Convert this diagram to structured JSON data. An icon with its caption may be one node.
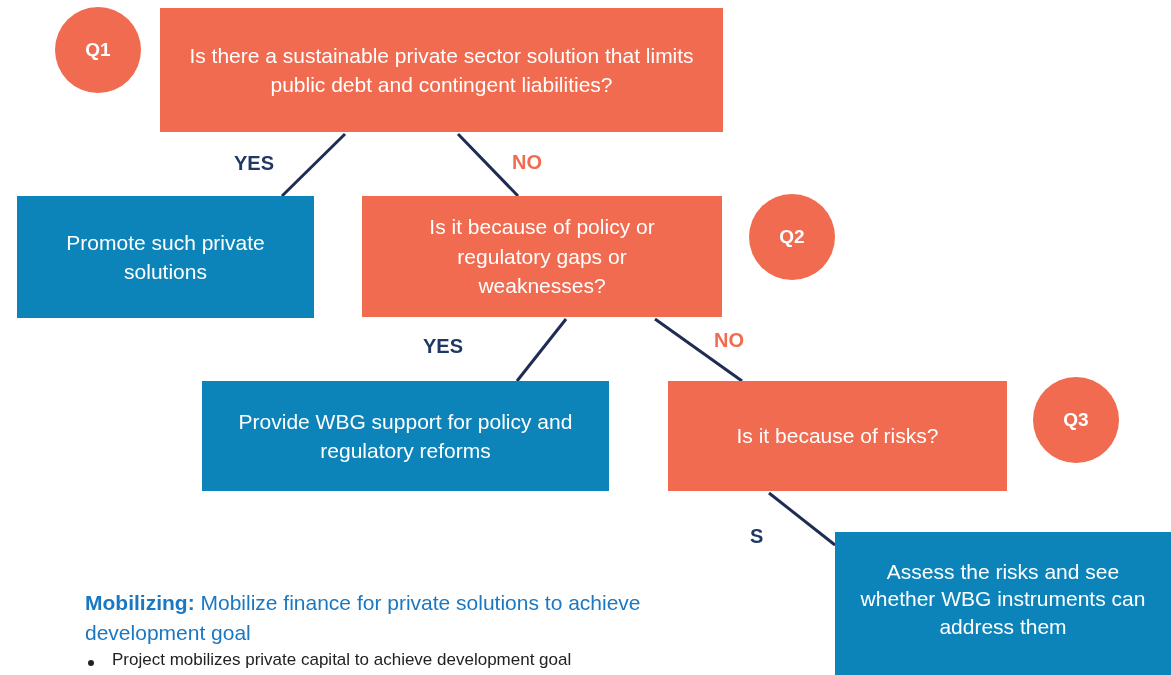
{
  "diagram": {
    "nodes": [
      {
        "text": [
          "Q1"
        ]
      },
      {
        "text": [
          "Is there a sustainable private sector solution that limits public debt and contingent liabilities?"
        ]
      },
      {
        "text": [
          "Promote such private solutions"
        ]
      },
      {
        "text": [
          "Is it because of policy or regulatory gaps or weaknesses?"
        ]
      },
      {
        "text": [
          "Q2"
        ]
      },
      {
        "text": [
          "Provide WBG support for policy and regulatory reforms"
        ]
      },
      {
        "text": [
          "Is it because of risks?"
        ]
      },
      {
        "text": [
          "Q3"
        ]
      },
      {
        "text": [
          "Assess the risks and see whether WBG instruments can address them"
        ]
      }
    ],
    "edges": [
      {
        "from": 1,
        "to": 2,
        "arrow": "none",
        "label": "YES"
      },
      {
        "from": 1,
        "to": 3,
        "arrow": "none",
        "label": "NO"
      },
      {
        "from": 3,
        "to": 5,
        "arrow": "none",
        "label": "YES"
      },
      {
        "from": 3,
        "to": 6,
        "arrow": "none",
        "label": "NO"
      },
      {
        "from": 6,
        "to": 8,
        "arrow": "none",
        "label": "S"
      }
    ],
    "labels": [
      "**Mobilizing:** Mobilize finance for private solutions to achieve development goal",
      "Project mobilizes private capital to achieve development goal"
    ]
  }
}
